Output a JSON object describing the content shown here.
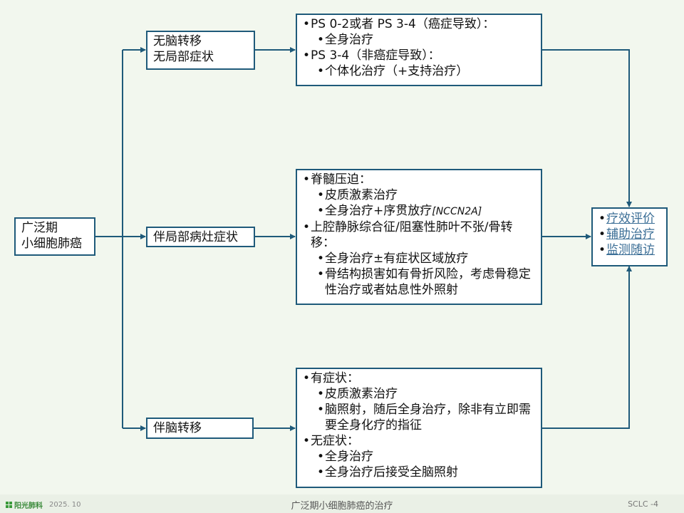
{
  "root": {
    "line1": "广泛期",
    "line2": "小细胞肺癌"
  },
  "branches": [
    {
      "line1": "无脑转移",
      "line2": "无局部症状"
    },
    {
      "label": "伴局部病灶症状"
    },
    {
      "label": "伴脑转移"
    }
  ],
  "treatments": {
    "no_mets": {
      "a": "PS 0-2或者 PS 3-4（癌症导致）：",
      "a1": "全身治疗",
      "b": "PS 3-4（非癌症导致）：",
      "b1": "个体化治疗（+支持治疗）"
    },
    "local": {
      "a": "脊髓压迫：",
      "a1": "皮质激素治疗",
      "a2_prefix": "全身治疗+序贯放疗",
      "a2_ref": "[NCCN2A]",
      "b": "上腔静脉综合征/阻塞性肺叶不张/骨转移：",
      "b1": "全身治疗±有症状区域放疗",
      "b2": "骨结构损害如有骨折风险，考虑骨稳定性治疗或者姑息性外照射"
    },
    "brain": {
      "a": "有症状：",
      "a1": "皮质激素治疗",
      "a2": "脑照射，随后全身治疗，除非有立即需要全身化疗的指征",
      "b": "无症状：",
      "b1": "全身治疗",
      "b2": "全身治疗后接受全脑照射"
    }
  },
  "followup": [
    "疗效评价",
    "辅助治疗",
    "监测随访"
  ],
  "footer": {
    "brand": "阳光肺科",
    "date": "2025. 10",
    "title": "广泛期小细胞肺癌的治疗",
    "page": "SCLC -4"
  },
  "colors": {
    "line": "#1f5a7a",
    "background": "#f2f7ee",
    "link": "#3b6e96"
  }
}
